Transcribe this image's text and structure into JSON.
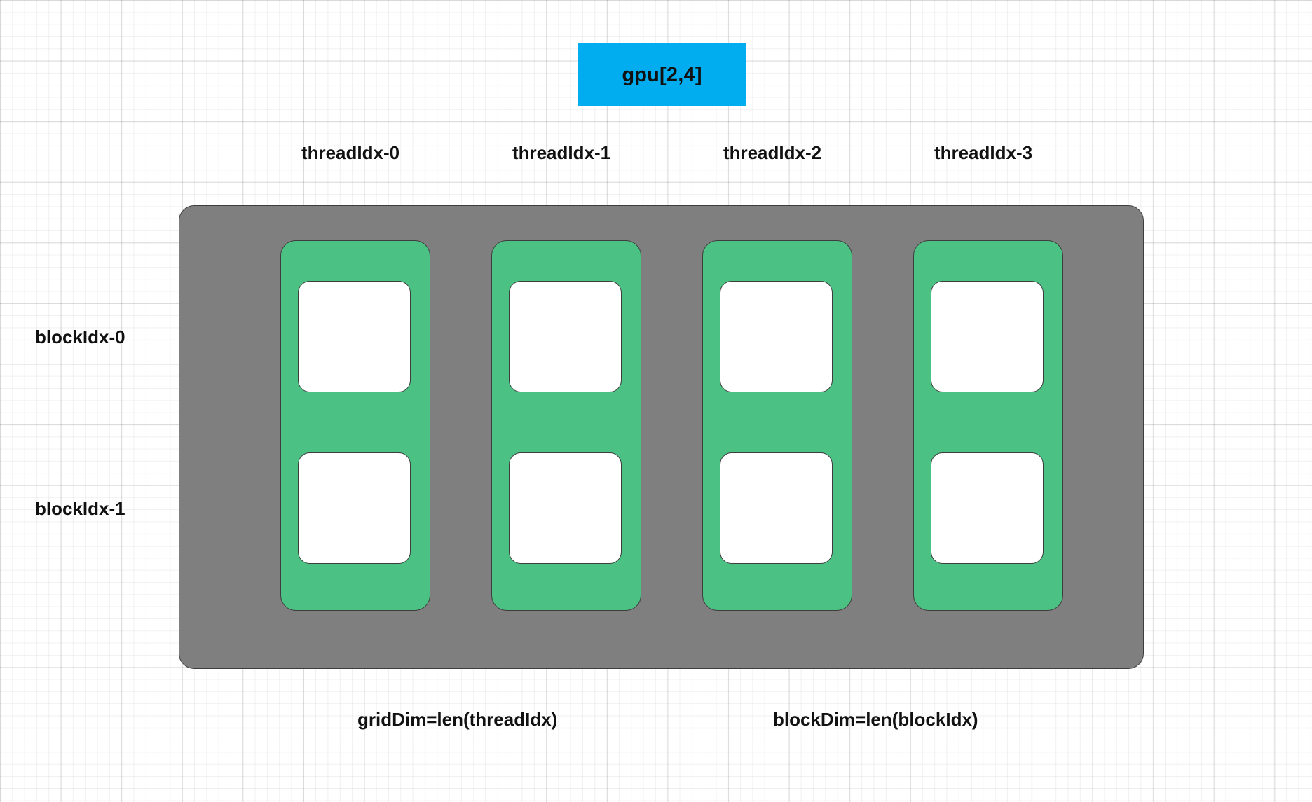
{
  "diagram": {
    "title_chip": {
      "label": "gpu[2,4]",
      "color": "#01ADEE"
    },
    "column_headers": [
      {
        "label": "threadIdx-0"
      },
      {
        "label": "threadIdx-1"
      },
      {
        "label": "threadIdx-2"
      },
      {
        "label": "threadIdx-3"
      }
    ],
    "row_labels": [
      {
        "label": "blockIdx-0"
      },
      {
        "label": "blockIdx-1"
      }
    ],
    "container": {
      "color": "#7F7F7F"
    },
    "thread_columns": [
      {
        "name": "threadIdx-0",
        "color": "#4CC184",
        "cells": [
          {
            "name": "blockIdx-0"
          },
          {
            "name": "blockIdx-1"
          }
        ]
      },
      {
        "name": "threadIdx-1",
        "color": "#4CC184",
        "cells": [
          {
            "name": "blockIdx-0"
          },
          {
            "name": "blockIdx-1"
          }
        ]
      },
      {
        "name": "threadIdx-2",
        "color": "#4CC184",
        "cells": [
          {
            "name": "blockIdx-0"
          },
          {
            "name": "blockIdx-1"
          }
        ]
      },
      {
        "name": "threadIdx-3",
        "color": "#4CC184",
        "cells": [
          {
            "name": "blockIdx-0"
          },
          {
            "name": "blockIdx-1"
          }
        ]
      }
    ],
    "footer_captions": [
      {
        "label": "gridDim=len(threadIdx)"
      },
      {
        "label": "blockDim=len(blockIdx)"
      }
    ]
  }
}
